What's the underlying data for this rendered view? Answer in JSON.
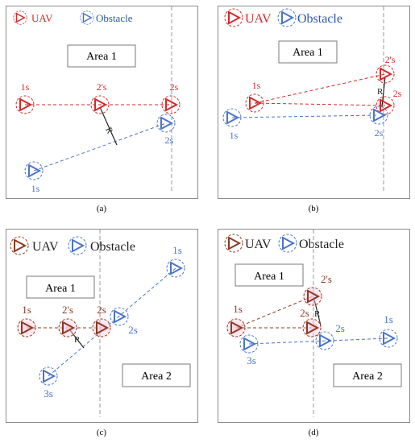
{
  "panels": {
    "a": {
      "caption": "(a)",
      "legend": {
        "uav": "UAV",
        "obstacle": "Obstacle"
      },
      "areas": [
        "Area 1"
      ],
      "labels": {
        "uav1": "1s",
        "uav2p": "2's",
        "uav2": "2s",
        "obs1": "1s",
        "obs2": "2s",
        "r": "R"
      }
    },
    "b": {
      "caption": "(b)",
      "legend": {
        "uav": "UAV",
        "obstacle": "Obstacle"
      },
      "areas": [
        "Area 1"
      ],
      "labels": {
        "uav1": "1s",
        "uav2p": "2's",
        "uav2": "2s",
        "obs1": "1s",
        "obs2": "2s",
        "r": "R"
      }
    },
    "c": {
      "caption": "(c)",
      "legend": {
        "uav": "UAV",
        "obstacle": "Obstacle"
      },
      "areas": [
        "Area 1",
        "Area 2"
      ],
      "labels": {
        "uav1": "1s",
        "uav2p": "2's",
        "uav2": "2s",
        "obs1": "1s",
        "obs2": "2s",
        "obs3": "3s",
        "r": "R"
      }
    },
    "d": {
      "caption": "(d)",
      "legend": {
        "uav": "UAV",
        "obstacle": "Obstacle"
      },
      "areas": [
        "Area 1",
        "Area 2"
      ],
      "labels": {
        "uav1": "1s",
        "uav2p": "2's",
        "uav2": "2s",
        "obs1": "1s",
        "obs2": "2s",
        "obs3": "3s",
        "r": "R"
      }
    }
  },
  "colors": {
    "uav_red": "#d42a2a",
    "uav_brown": "#8b3a22",
    "obstacle_blue": "#4a74c8",
    "glow": "#f7c8dd"
  }
}
